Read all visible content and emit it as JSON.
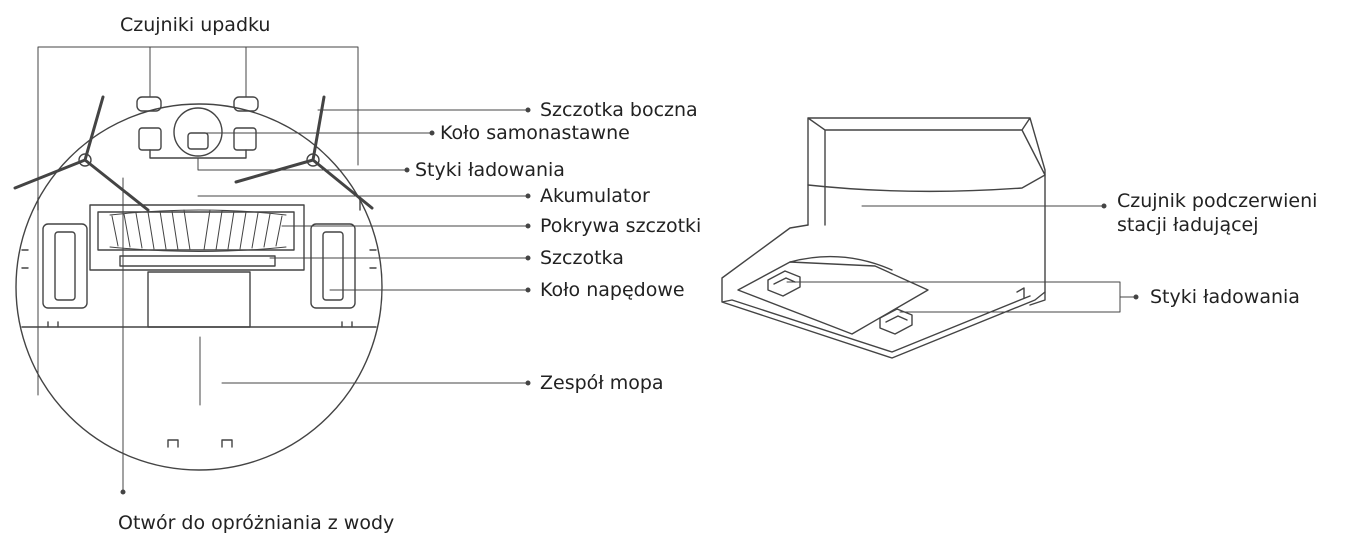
{
  "robot": {
    "labels": {
      "fall_sensors": "Czujniki upadku",
      "side_brush": "Szczotka boczna",
      "caster_wheel": "Koło samonastawne",
      "charging_contacts": "Styki ładowania",
      "battery": "Akumulator",
      "brush_cover": "Pokrywa szczotki",
      "main_brush": "Szczotka",
      "drive_wheel": "Koło napędowe",
      "mop_assembly": "Zespół mopa",
      "water_drain": "Otwór do opróżniania z wody"
    }
  },
  "dock": {
    "labels": {
      "ir_sensor_line1": "Czujnik podczerwieni",
      "ir_sensor_line2": "stacji ładującej",
      "charging_contacts": "Styki ładowania"
    }
  },
  "colors": {
    "line": "#444444",
    "text": "#222222"
  }
}
